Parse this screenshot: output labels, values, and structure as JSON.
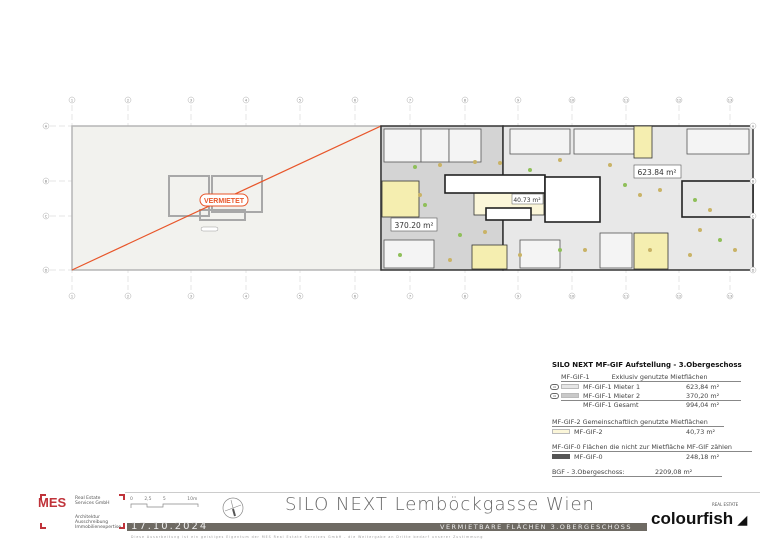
{
  "plan": {
    "grid_columns": [
      "1",
      "2",
      "3",
      "4",
      "5",
      "6",
      "7",
      "8",
      "9",
      "10",
      "11",
      "12",
      "13"
    ],
    "grid_rows": [
      "A",
      "B",
      "C",
      "D"
    ],
    "rented_label": "VERMIETET",
    "areas": {
      "tenant1": "623.84 m²",
      "tenant2": "370.20 m²",
      "common": "40.73 m²"
    }
  },
  "legend": {
    "title": "SILO NEXT MF-GIF Aufstellung - 3.Obergeschoss",
    "group1_code": "MF-GIF-1",
    "group1_desc": "Exklusiv genutzte Mietflächen",
    "rows1": [
      {
        "label": "MF-GIF-1 Mieter 1",
        "value": "623,84 m²",
        "color": "#e6e6e6"
      },
      {
        "label": "MF-GIF-1 Mieter 2",
        "value": "370,20 m²",
        "color": "#c9c9c9"
      },
      {
        "label": "MF-GIF-1 Gesamt",
        "value": "994,04 m²"
      }
    ],
    "group2_title": "MF-GIF-2 Gemeinschaftlich genutzte Mietflächen",
    "row2": {
      "label": "MF-GIF-2",
      "value": "40,73 m²",
      "color": "#fbf6d9"
    },
    "group0_title": "MF-GIF-0 Flächen die nicht zur Mietfläche MF-GIF zählen",
    "row0": {
      "label": "MF-GIF-0",
      "value": "248,18 m²",
      "color": "#555555"
    },
    "bgf_label": "BGF - 3.Obergeschoss:",
    "bgf_value": "2209,08 m²"
  },
  "footer": {
    "company": "MES",
    "company_sub1": "Real Estate",
    "company_sub2": "Services GmbH",
    "services": [
      "Architektur",
      "Ausschreibung",
      "Immobilienexpertise"
    ],
    "scale_labels": [
      "0",
      "2,5",
      "5",
      "10m"
    ],
    "date": "17.10.2024",
    "project_title": "SILO NEXT Lemböckgasse Wien",
    "subtitle": "VERMIETBARE FLÄCHEN 3.OBERGESCHOSS",
    "fine_print": "Diese Ausarbeitung ist ein geistiges Eigentum der MES Real Estate Services GmbH - die Weitergabe an Dritte bedarf unserer Zustimmung",
    "brand": "colourfish",
    "brand_sub": "REAL ESTATE"
  },
  "colors": {
    "accent": "#e8562a",
    "brand_red": "#c0333a",
    "bar": "#6e6a63"
  }
}
